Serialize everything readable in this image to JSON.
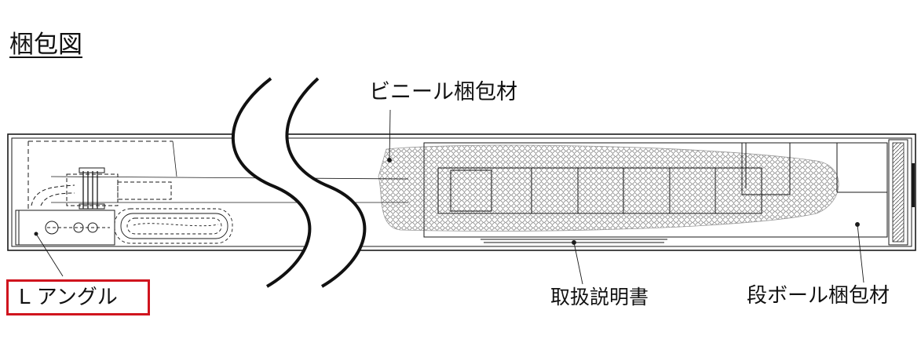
{
  "title": "梱包図",
  "labels": {
    "vinyl_packing": "ビニール梱包材",
    "manual": "取扱説明書",
    "cardboard_packing": "段ボール梱包材",
    "l_angle": "L アングル"
  },
  "colors": {
    "line": "#1a1a1a",
    "highlight_border": "#d0141e",
    "hatch": "#8a8a8a",
    "background": "#ffffff"
  },
  "icons": {
    "break_mark": "wavy-break-lines",
    "pattern": "diamond-hatch"
  }
}
